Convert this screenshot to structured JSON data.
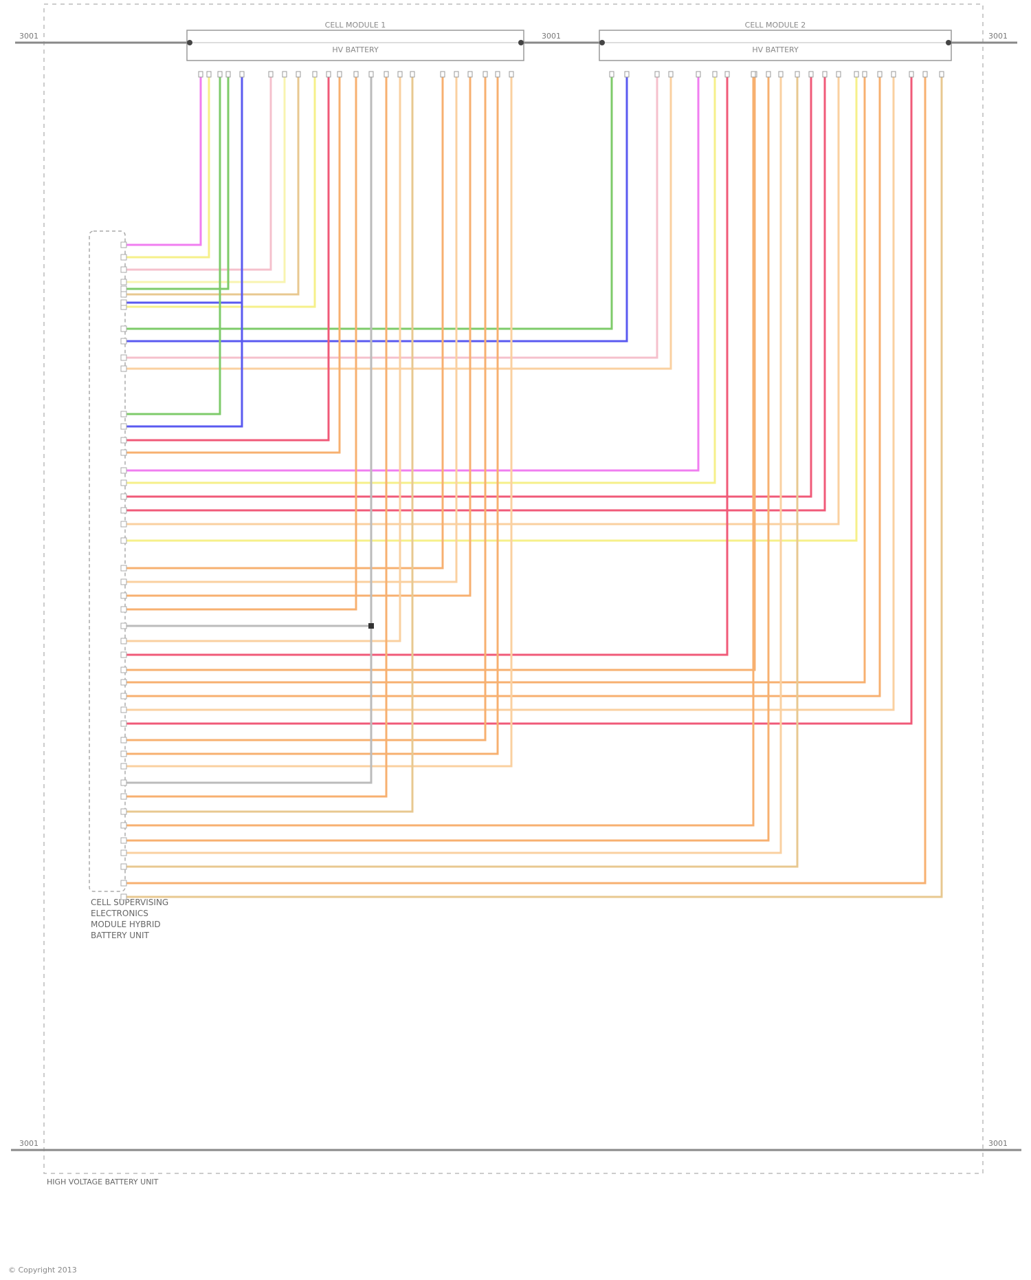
{
  "diagram": {
    "bus_top_labels": [
      "3001",
      "3001",
      "3001"
    ],
    "bus_bottom_labels": [
      "3001",
      "3001"
    ],
    "module1": {
      "title": "CELL MODULE 1",
      "subtitle": "HV BATTERY"
    },
    "module2": {
      "title": "CELL MODULE 2",
      "subtitle": "HV BATTERY"
    },
    "ecu_label_lines": [
      "CELL SUPERVISING",
      "ELECTRONICS",
      "MODULE HYBRID",
      "BATTERY UNIT"
    ],
    "footer_note": "HIGH VOLTAGE BATTERY UNIT",
    "copyright": "© Copyright 2013"
  },
  "colors": {
    "pink": "#f07ef0",
    "yellow": "#f6f08a",
    "light_yellow": "#f8f4b0",
    "green": "#7ecb6a",
    "blue": "#5a5af0",
    "red": "#f05a78",
    "orange": "#f7b070",
    "light_orange": "#fad0a0",
    "tan": "#e8c890",
    "grey": "#bbbbbb",
    "light_pink": "#f5c0cc",
    "bus": "#888888"
  }
}
